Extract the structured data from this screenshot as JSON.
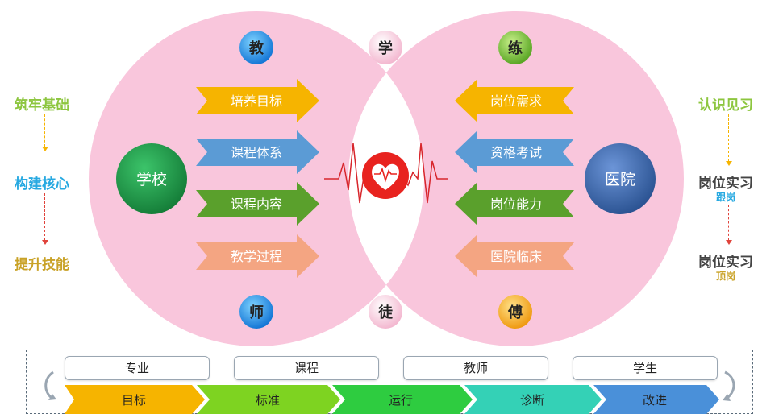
{
  "left_column": {
    "items": [
      "筑牢基础",
      "构建核心",
      "提升技能"
    ],
    "colors": [
      "#8dc63f",
      "#27a9e1",
      "#c9a227"
    ]
  },
  "right_column": {
    "items": [
      {
        "label": "认识见习",
        "sub": ""
      },
      {
        "label": "岗位实习",
        "sub": "跟岗"
      },
      {
        "label": "岗位实习",
        "sub": "顶岗"
      }
    ],
    "colors": {
      "first": "#8dc63f",
      "main": "#444444",
      "sub1": "#27a9e1",
      "sub2": "#c9a227"
    }
  },
  "school": {
    "label": "学校",
    "color": "#1f9e4a"
  },
  "hospital": {
    "label": "医院",
    "color": "#3a66b0"
  },
  "top_circles": [
    "教",
    "学",
    "练"
  ],
  "bottom_circles": [
    "师",
    "徒",
    "傅"
  ],
  "left_arrows": [
    {
      "label": "培养目标",
      "color": "#f6b400"
    },
    {
      "label": "课程体系",
      "color": "#5b9bd5"
    },
    {
      "label": "课程内容",
      "color": "#5aa02c"
    },
    {
      "label": "教学过程",
      "color": "#f4a582"
    }
  ],
  "right_arrows": [
    {
      "label": "岗位需求",
      "color": "#f6b400"
    },
    {
      "label": "资格考试",
      "color": "#5b9bd5"
    },
    {
      "label": "岗位能力",
      "color": "#5aa02c"
    },
    {
      "label": "医院临床",
      "color": "#f4a582"
    }
  ],
  "bottom": {
    "boxes": [
      "专业",
      "课程",
      "教师",
      "学生"
    ],
    "chevrons": [
      {
        "label": "目标",
        "color": "#f6b400"
      },
      {
        "label": "标准",
        "color": "#7ed321"
      },
      {
        "label": "运行",
        "color": "#2ecc40"
      },
      {
        "label": "诊断",
        "color": "#34d1b6"
      },
      {
        "label": "改进",
        "color": "#4a90d9"
      }
    ]
  },
  "colors": {
    "pink": "#f9c6dc",
    "heart": "#e8231f"
  }
}
